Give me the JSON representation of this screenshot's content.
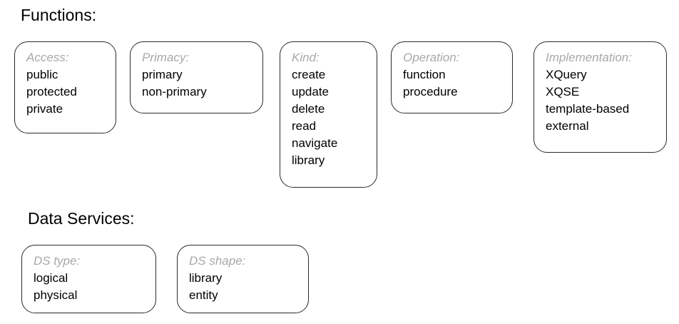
{
  "sections": [
    {
      "heading": "Functions:",
      "boxes": [
        {
          "label": "Access:",
          "items": [
            "public",
            "protected",
            "private"
          ]
        },
        {
          "label": "Primacy:",
          "items": [
            "primary",
            "non-primary"
          ]
        },
        {
          "label": "Kind:",
          "items": [
            "create",
            "update",
            "delete",
            "read",
            "navigate",
            "library"
          ]
        },
        {
          "label": "Operation:",
          "items": [
            "function",
            "procedure"
          ]
        },
        {
          "label": "Implementation:",
          "items": [
            "XQuery",
            "XQSE",
            "template-based",
            "external"
          ]
        }
      ]
    },
    {
      "heading": "Data Services:",
      "boxes": [
        {
          "label": "DS type:",
          "items": [
            "logical",
            "physical"
          ]
        },
        {
          "label": "DS shape:",
          "items": [
            "library",
            "entity"
          ]
        }
      ]
    }
  ],
  "colors": {
    "background": "#ffffff",
    "heading_text": "#000000",
    "box_border": "#2b2b2b",
    "box_fill": "#ffffff",
    "facet_label_text": "#a8a8a8",
    "facet_item_text": "#000000"
  }
}
